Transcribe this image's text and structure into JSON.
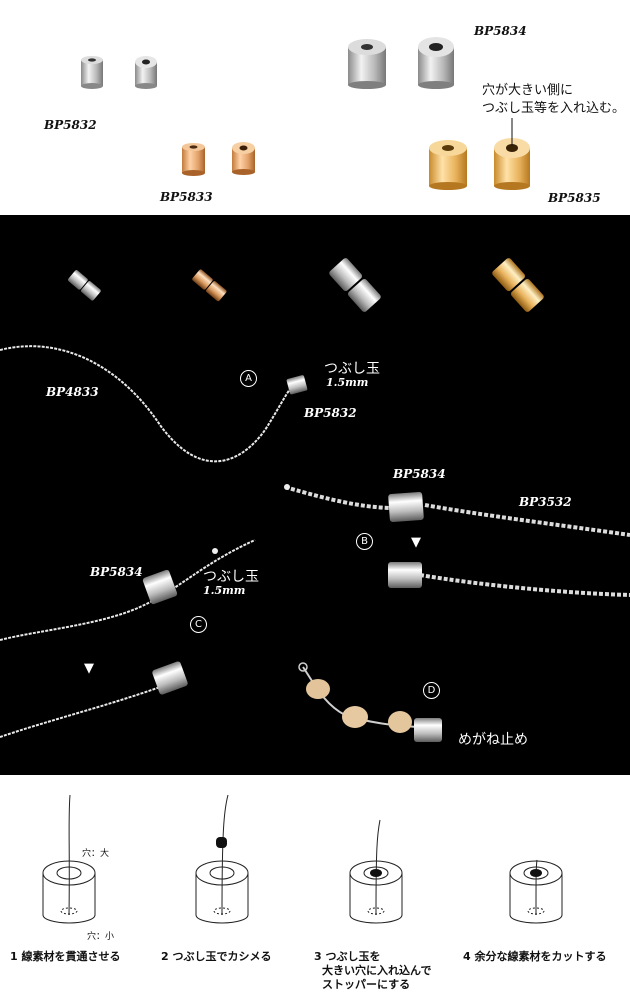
{
  "top": {
    "codes": {
      "bp5832": "BP5832",
      "bp5833": "BP5833",
      "bp5834": "BP5834",
      "bp5835": "BP5835"
    },
    "note_line1": "穴が大きい側に",
    "note_line2": "つぶし玉等を入れ込む。"
  },
  "photo": {
    "bp4833": "BP4833",
    "label_a_marker": "A",
    "label_a_text": "つぶし玉",
    "label_a_size": "1.5mm",
    "label_a_code": "BP5832",
    "label_b_code1": "BP5834",
    "label_b_code2": "BP3532",
    "label_b_marker": "B",
    "label_c_code": "BP5834",
    "label_c_text": "つぶし玉",
    "label_c_size": "1.5mm",
    "label_c_marker": "C",
    "label_d_marker": "D",
    "label_d_text": "めがね止め",
    "arrow": "▼"
  },
  "steps": {
    "hole_large": "穴：大",
    "hole_small": "穴：小",
    "step1": "1 線素材を貫通させる",
    "step2": "2 つぶし玉でカシメる",
    "step3_line1": "3 つぶし玉を",
    "step3_line2": "大きい穴に入れ込んで",
    "step3_line3": "ストッパーにする",
    "step4": "4 余分な線素材をカットする"
  },
  "colors": {
    "silver": "#c8c8c8",
    "gold": "#e8b25c",
    "rose_gold": "#e2a36a",
    "background_dark": "#000000"
  }
}
